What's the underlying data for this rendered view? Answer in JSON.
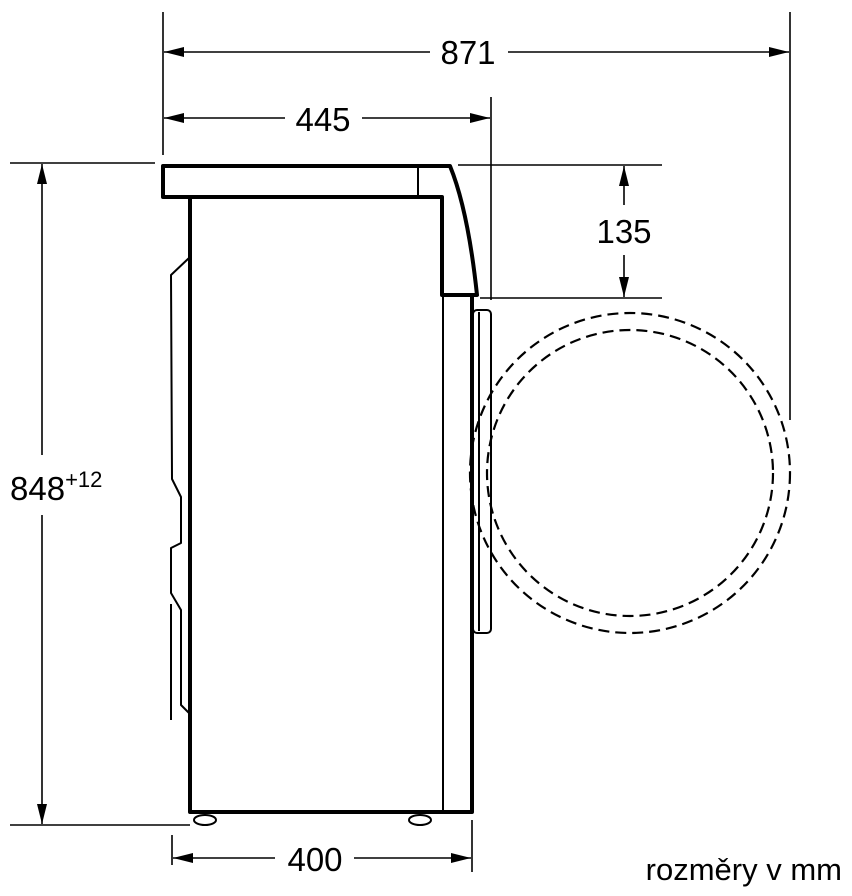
{
  "diagram": {
    "title": "Washing machine side view dimensions",
    "dimensions": {
      "total_depth": "871",
      "body_depth": "445",
      "height": "848",
      "height_tolerance": "+12",
      "panel_height": "135",
      "foot_spacing": "400"
    },
    "units_note": "rozměry v mm",
    "colors": {
      "line": "#000000",
      "background": "#ffffff"
    }
  }
}
